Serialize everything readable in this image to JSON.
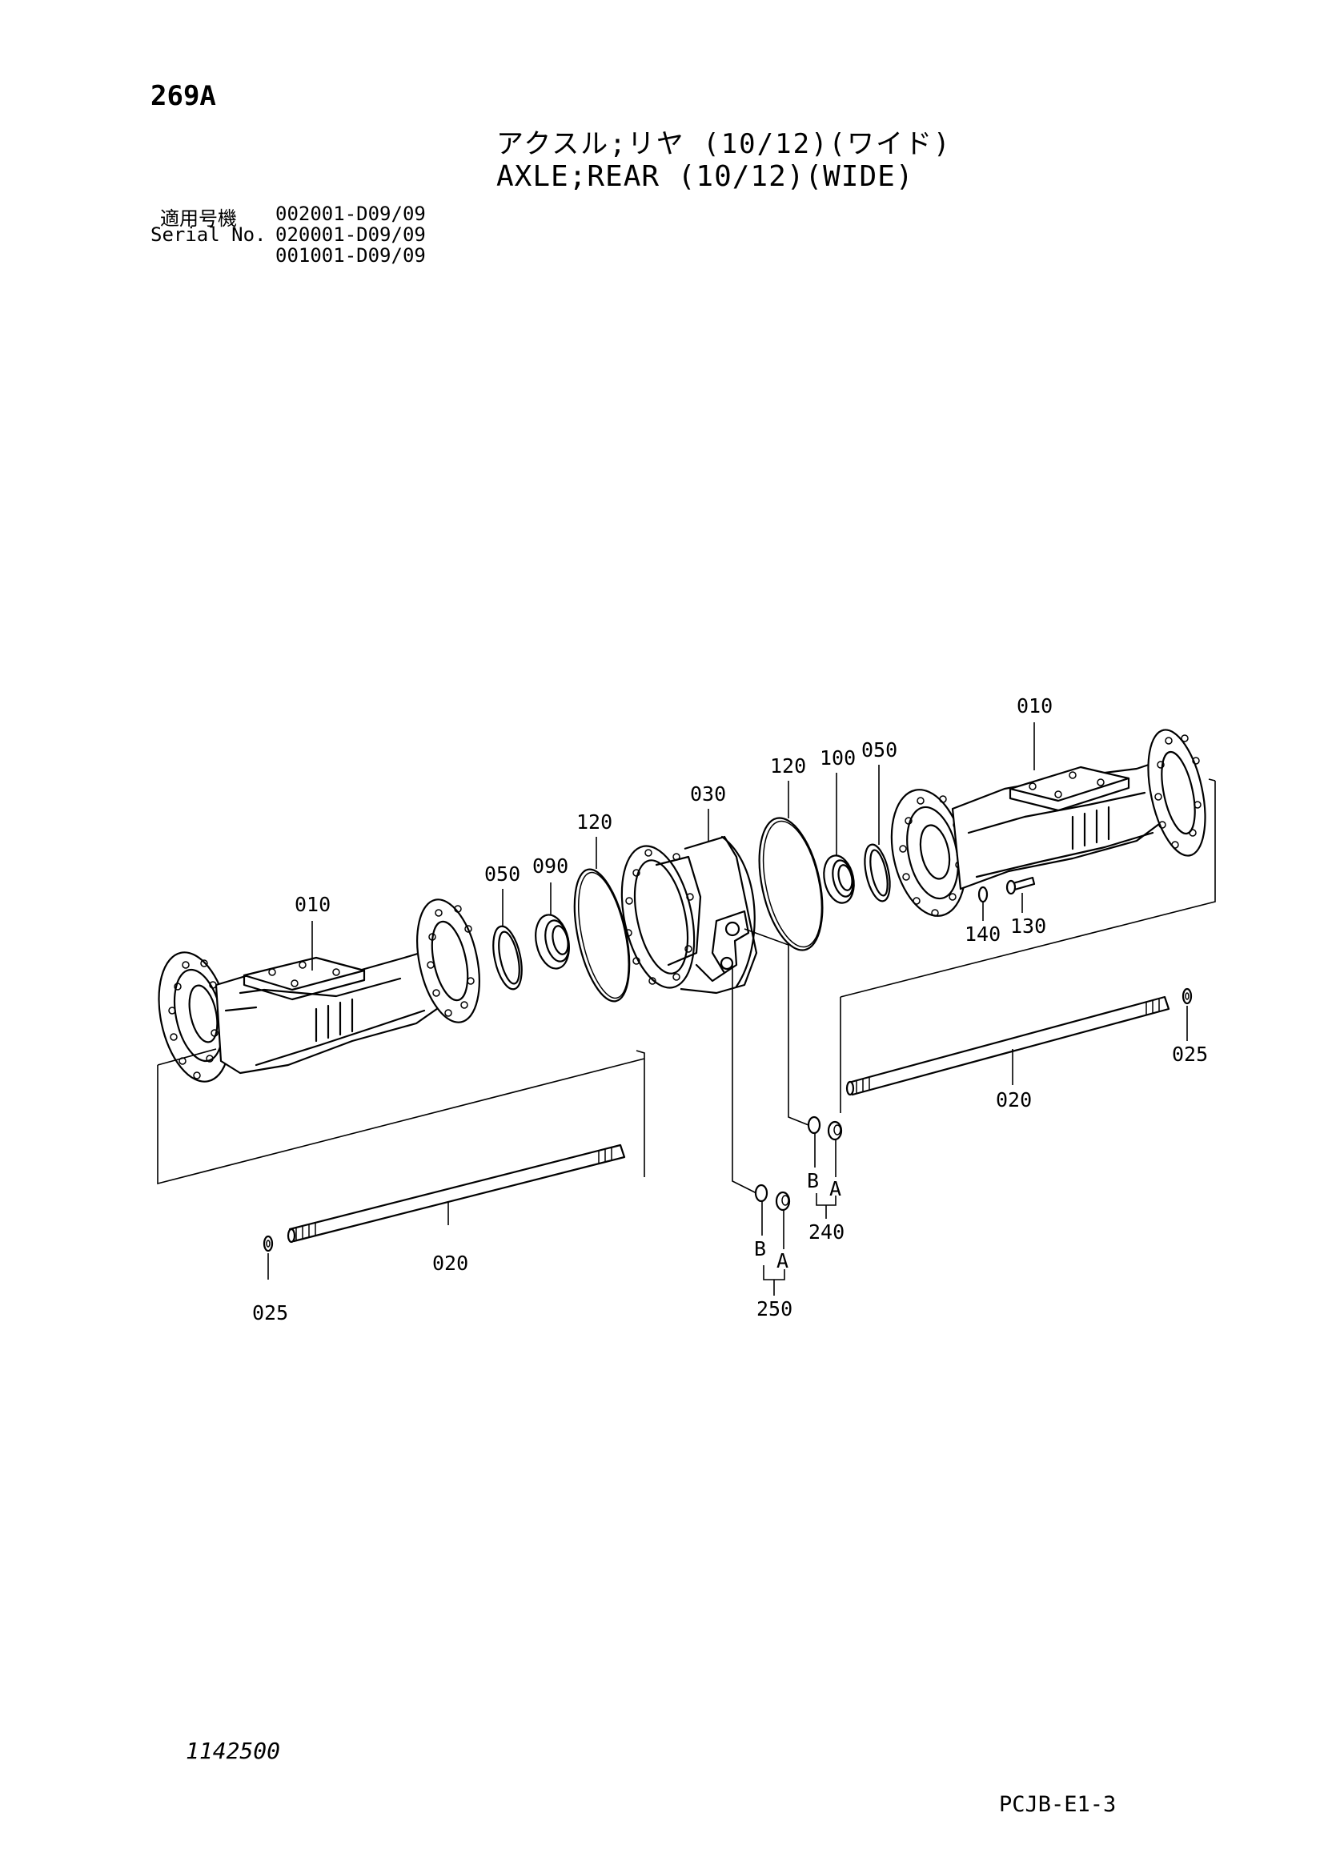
{
  "header": {
    "page_no": "269A",
    "title_jp": "アクスル;リヤ (10/12)(ワイド)",
    "title_en": "AXLE;REAR (10/12)(WIDE)"
  },
  "serial": {
    "label_jp": "適用号機",
    "label_en": "Serial No.",
    "numbers": [
      "002001-D09/09",
      "020001-D09/09",
      "001001-D09/09"
    ]
  },
  "diagram": {
    "callouts": {
      "c010_left": "010",
      "c010_right": "010",
      "c020_left": "020",
      "c020_right": "020",
      "c025_left": "025",
      "c025_right": "025",
      "c030": "030",
      "c050_left": "050",
      "c050_right": "050",
      "c090": "090",
      "c100": "100",
      "c120_left": "120",
      "c120_right": "120",
      "c130": "130",
      "c140": "140",
      "c240": "240",
      "c250": "250",
      "c240_a": "A",
      "c240_b": "B",
      "c250_a": "A",
      "c250_b": "B"
    }
  },
  "footer": {
    "figure_no": "1142500",
    "doc_code": "PCJB-E1-3"
  }
}
